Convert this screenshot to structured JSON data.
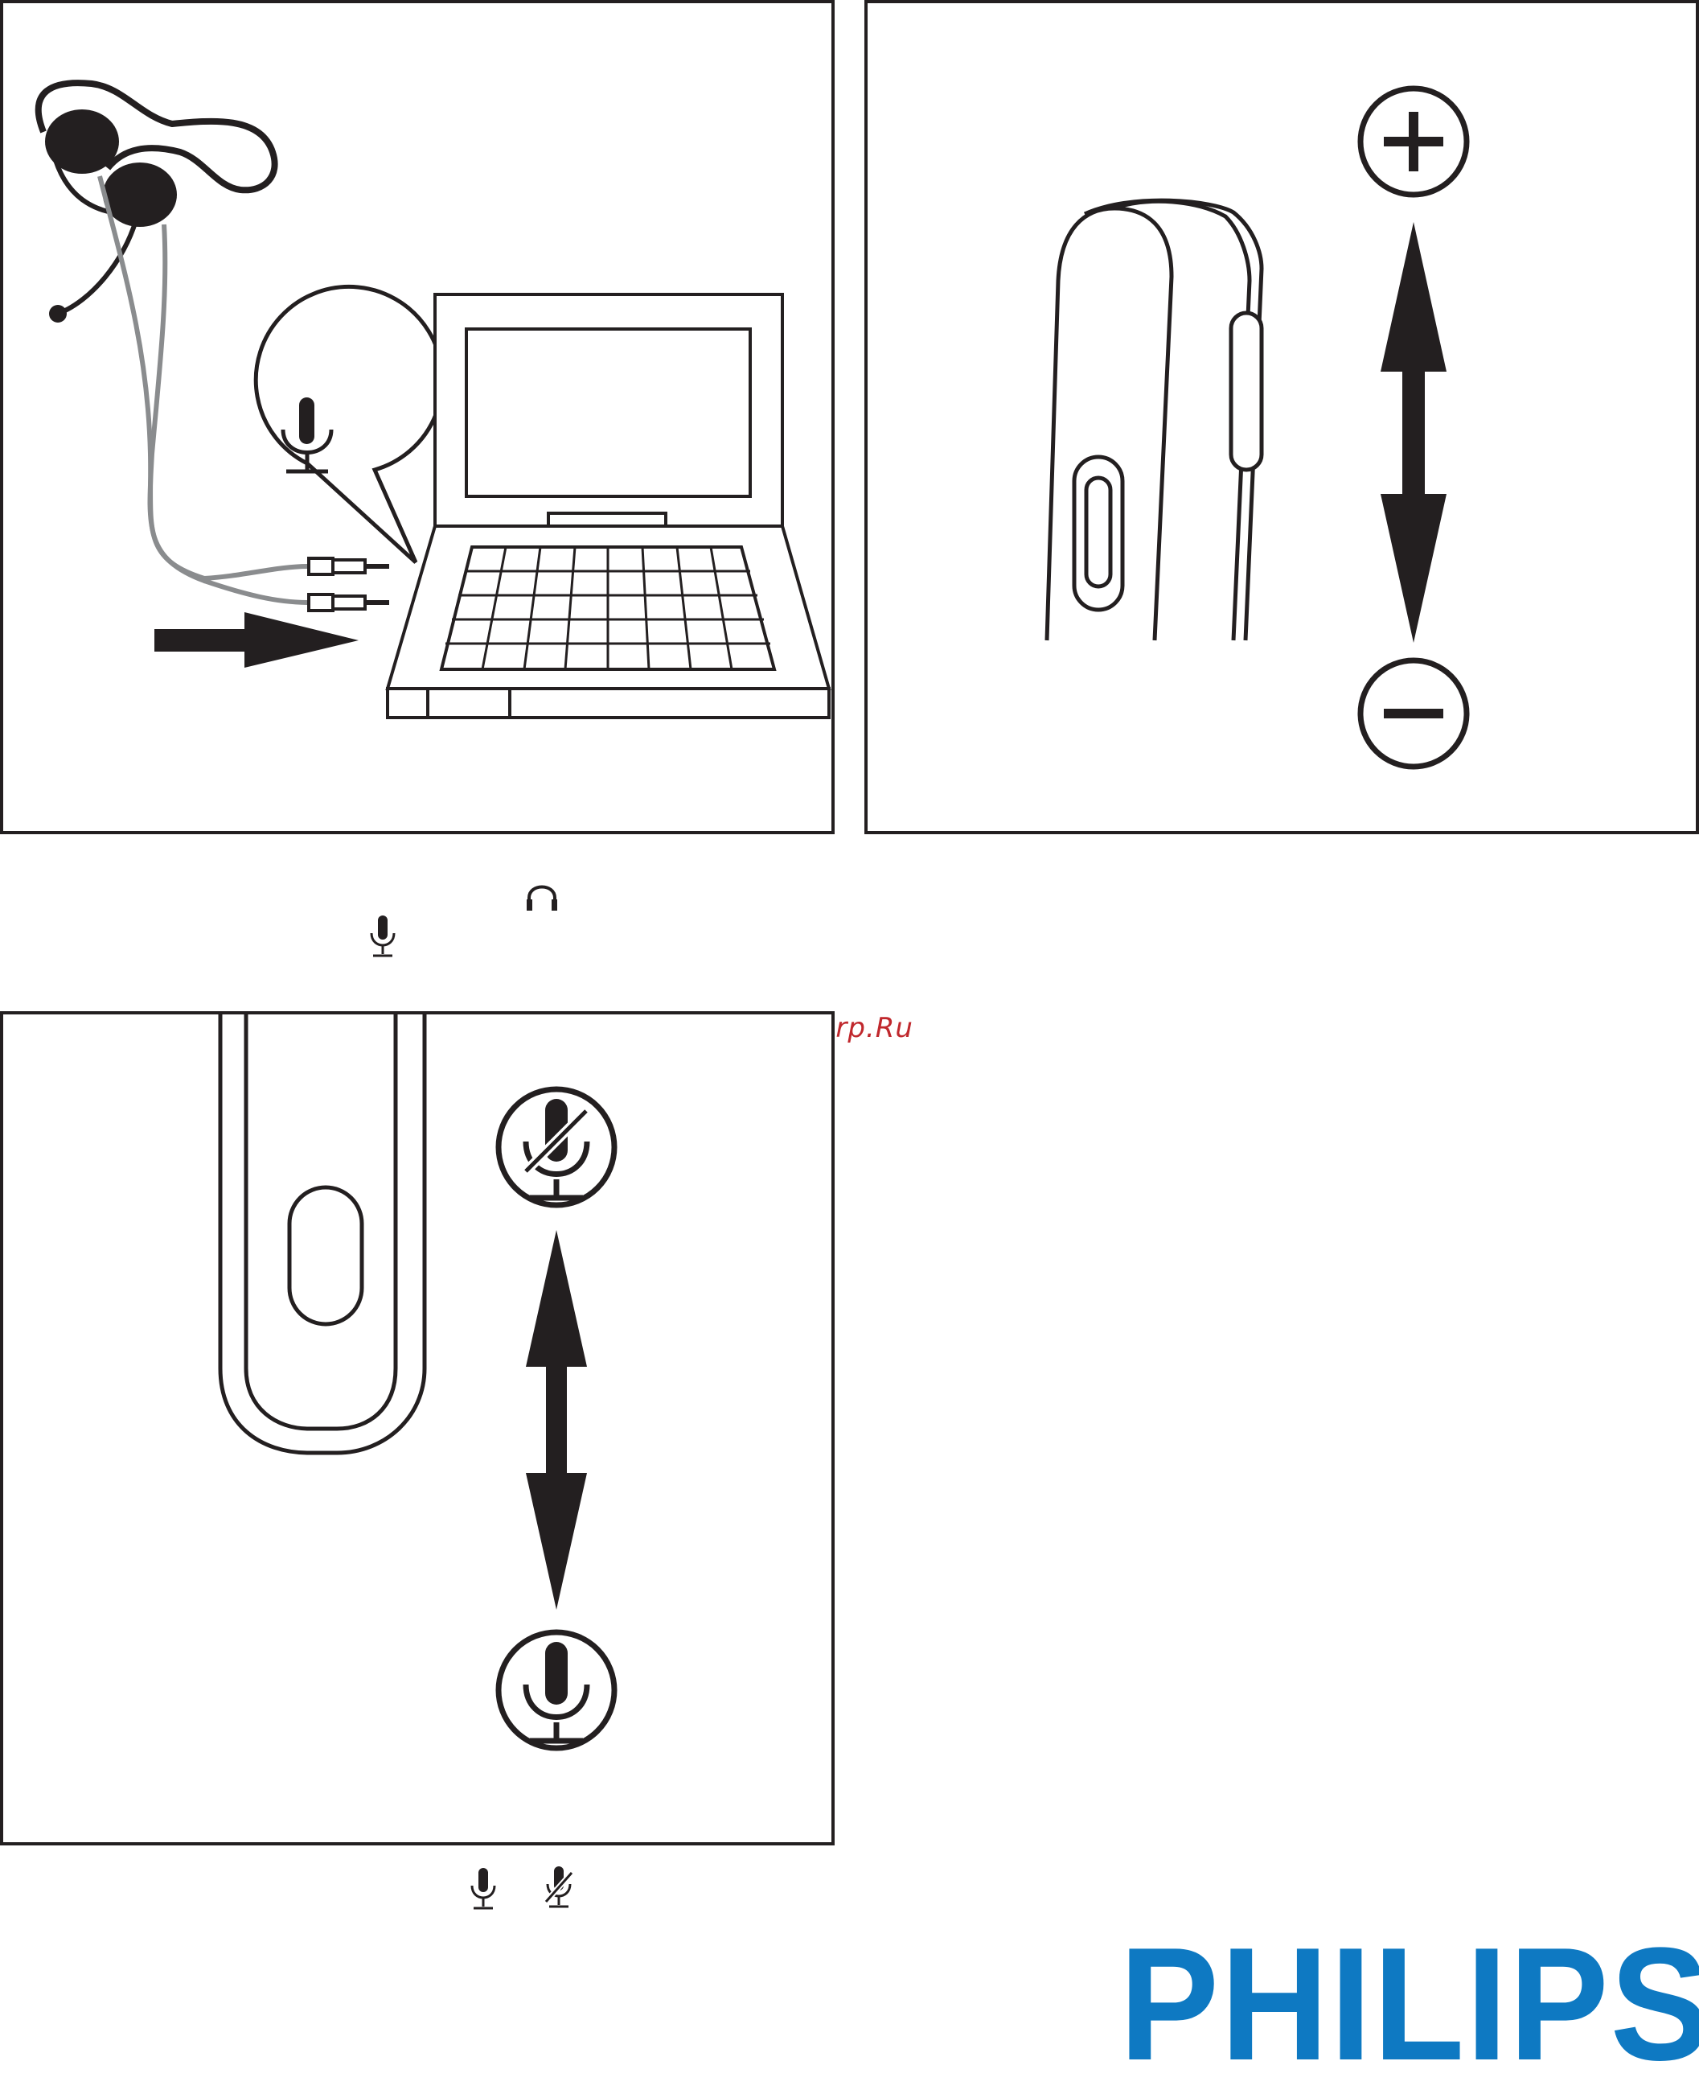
{
  "colors": {
    "line": "#231f20",
    "cable_gray": "#8a8c8e",
    "brand_blue": "#0e79c2",
    "watermark_red": "#c0282d"
  },
  "panels": [
    {
      "name": "connect-headset-panel",
      "icons": [
        "headset-icon",
        "laptop-icon",
        "microphone-icon",
        "audio-plug-icon",
        "arrow-right-icon"
      ]
    },
    {
      "name": "volume-control-panel",
      "icons": [
        "plus-icon",
        "double-arrow-icon",
        "minus-icon"
      ]
    },
    {
      "name": "mute-control-panel",
      "icons": [
        "mic-muted-icon",
        "double-arrow-icon",
        "microphone-icon"
      ]
    }
  ],
  "inline_icons": [
    "headphones-icon",
    "microphone-icon",
    "microphone-icon",
    "mic-muted-icon"
  ],
  "watermark": {
    "text": "McGrp.Ru"
  },
  "brand": {
    "logo_text": "PHILIPS"
  }
}
